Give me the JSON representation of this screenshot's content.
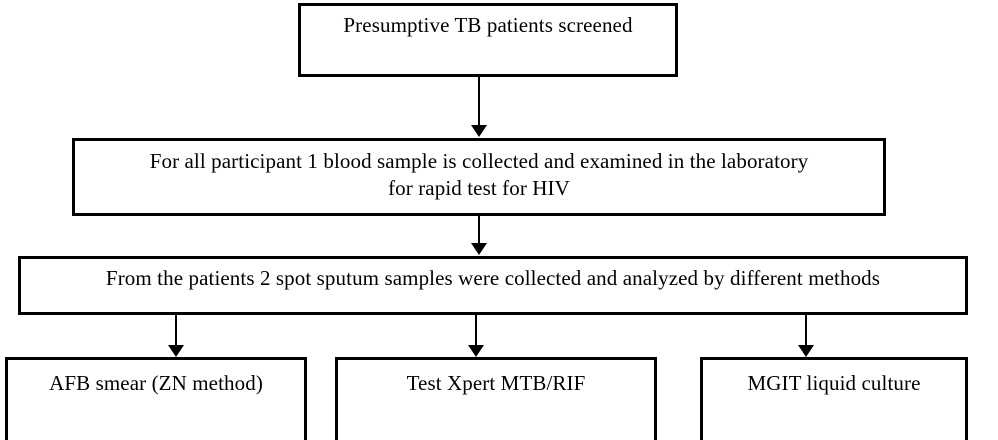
{
  "diagram": {
    "type": "flowchart",
    "orientation": "top-down",
    "background_color": "#ffffff",
    "stroke_color": "#000000",
    "text_color": "#000000",
    "nodes": [
      {
        "id": "screening",
        "label": "Presumptive TB patients screened",
        "shape": "rectangle"
      },
      {
        "id": "blood",
        "label": "For all participant 1 blood sample is collected and examined in the laboratory\nfor rapid test for HIV",
        "shape": "rectangle"
      },
      {
        "id": "sputum",
        "label": "From the patients 2 spot sputum samples were collected and analyzed by different methods",
        "shape": "rectangle"
      },
      {
        "id": "afb",
        "label": "AFB smear (ZN method)",
        "shape": "rectangle"
      },
      {
        "id": "xpert",
        "label": "Test Xpert MTB/RIF",
        "shape": "rectangle"
      },
      {
        "id": "mgit",
        "label": "MGIT liquid culture",
        "shape": "rectangle"
      }
    ],
    "edges": [
      {
        "id": "screening-blood",
        "from": "screening",
        "to": "blood",
        "style": "solid-arrow"
      },
      {
        "id": "blood-sputum",
        "from": "blood",
        "to": "sputum",
        "style": "solid-arrow"
      },
      {
        "id": "sputum-afb",
        "from": "sputum",
        "to": "afb",
        "style": "solid-arrow"
      },
      {
        "id": "sputum-xpert",
        "from": "sputum",
        "to": "xpert",
        "style": "solid-arrow"
      },
      {
        "id": "sputum-mgit",
        "from": "sputum",
        "to": "mgit",
        "style": "solid-arrow"
      }
    ]
  }
}
